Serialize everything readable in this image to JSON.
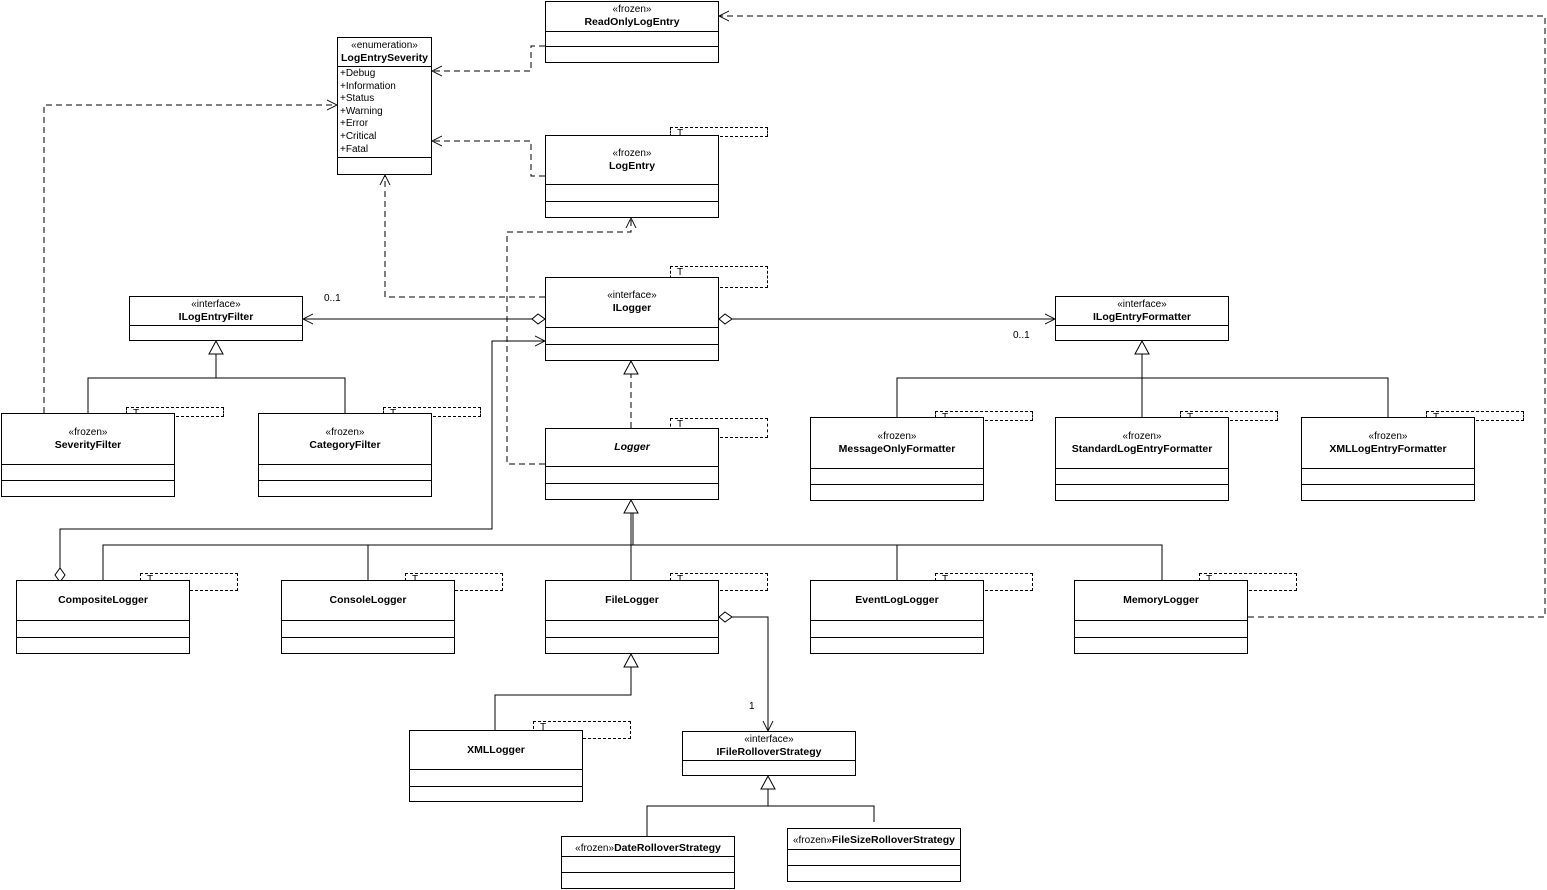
{
  "diagram": {
    "classes": {
      "readonly_log_entry": {
        "stereotype": "«frozen»",
        "name": "ReadOnlyLogEntry"
      },
      "log_entry_severity": {
        "stereotype": "«enumeration»",
        "name": "LogEntrySeverity",
        "literals": [
          "+Debug",
          "+Information",
          "+Status",
          "+Warning",
          "+Error",
          "+Critical",
          "+Fatal"
        ]
      },
      "log_entry": {
        "stereotype": "«frozen»",
        "name": "LogEntry",
        "template": "T"
      },
      "ilogger": {
        "stereotype": "«interface»",
        "name": "ILogger",
        "template": "T"
      },
      "ilog_entry_filter": {
        "stereotype": "«interface»",
        "name": "ILogEntryFilter"
      },
      "ilog_entry_formatter": {
        "stereotype": "«interface»",
        "name": "ILogEntryFormatter"
      },
      "severity_filter": {
        "stereotype": "«frozen»",
        "name": "SeverityFilter",
        "template": "T"
      },
      "category_filter": {
        "stereotype": "«frozen»",
        "name": "CategoryFilter",
        "template": "T"
      },
      "logger": {
        "stereotype": "",
        "name": "Logger",
        "template": "T"
      },
      "message_only_formatter": {
        "stereotype": "«frozen»",
        "name": "MessageOnlyFormatter",
        "template": "T"
      },
      "standard_log_entry_formatter": {
        "stereotype": "«frozen»",
        "name": "StandardLogEntryFormatter",
        "template": "T"
      },
      "xml_log_entry_formatter": {
        "stereotype": "«frozen»",
        "name": "XMLLogEntryFormatter",
        "template": "T"
      },
      "composite_logger": {
        "stereotype": "",
        "name": "CompositeLogger",
        "template": "T"
      },
      "console_logger": {
        "stereotype": "",
        "name": "ConsoleLogger",
        "template": "T"
      },
      "file_logger": {
        "stereotype": "",
        "name": "FileLogger",
        "template": "T"
      },
      "event_log_logger": {
        "stereotype": "",
        "name": "EventLogLogger",
        "template": "T"
      },
      "memory_logger": {
        "stereotype": "",
        "name": "MemoryLogger",
        "template": "T"
      },
      "xml_logger": {
        "stereotype": "",
        "name": "XMLLogger",
        "template": "T"
      },
      "ifile_rollover_strategy": {
        "stereotype": "«interface»",
        "name": "IFileRolloverStrategy"
      },
      "date_rollover_strategy": {
        "stereotype": "«frozen»",
        "name": "DateRolloverStrategy"
      },
      "file_size_rollover_strategy": {
        "stereotype": "«frozen»",
        "name": "FileSizeRolloverStrategy"
      }
    },
    "multiplicities": {
      "filter": "0..1",
      "formatter": "0..1",
      "rollover": "1"
    }
  }
}
